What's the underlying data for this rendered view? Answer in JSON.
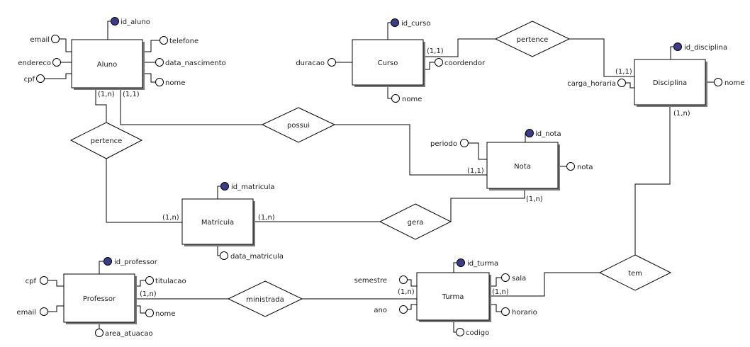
{
  "entities": {
    "aluno": "Aluno",
    "curso": "Curso",
    "disciplina": "Disciplina",
    "nota": "Nota",
    "matricula": "Matrícula",
    "professor": "Professor",
    "turma": "Turma"
  },
  "relationships": {
    "pertence_aluno": "pertence",
    "pertence_curso": "pertence",
    "possui": "possui",
    "gera": "gera",
    "ministrada": "ministrada",
    "tem": "tem"
  },
  "attributes": {
    "id_aluno": "id_aluno",
    "aluno_email": "email",
    "aluno_endereco": "endereco",
    "aluno_cpf": "cpf",
    "aluno_telefone": "telefone",
    "aluno_data_nascimento": "data_nascimento",
    "aluno_nome": "nome",
    "id_curso": "id_curso",
    "curso_duracao": "duracao",
    "curso_coordendor": "coordendor",
    "curso_nome": "nome",
    "id_disciplina": "id_disciplina",
    "disciplina_carga_horaria": "carga_horaria",
    "disciplina_nome": "nome",
    "id_nota": "id_nota",
    "nota_periodo": "periodo",
    "nota_nota": "nota",
    "id_matricula": "id_matricula",
    "matricula_data_matricula": "data_matricula",
    "id_professor": "id_professor",
    "professor_cpf": "cpf",
    "professor_email": "email",
    "professor_titulacao": "titulacao",
    "professor_nome": "nome",
    "professor_area_atuacao": "area_atuacao",
    "id_turma": "id_turma",
    "turma_semestre": "semestre",
    "turma_ano": "ano",
    "turma_sala": "sala",
    "turma_horario": "horario",
    "turma_codigo": "codigo"
  },
  "cardinalities": {
    "aluno_pertence": "(1,n)",
    "aluno_possui": "(1,1)",
    "curso_pertence": "(1,1)",
    "disciplina_pertence": "(1,1)",
    "disciplina_tem": "(1,n)",
    "nota_possui": "(1,1)",
    "nota_gera": "(1,n)",
    "matricula_pertence": "(1,n)",
    "matricula_gera": "(1,n)",
    "professor_ministrada": "(1,n)",
    "turma_ministrada": "(1,n)",
    "turma_tem": "(1,n)"
  },
  "colors": {
    "primary_key_fill": "#3c3c8c",
    "shadow": "#7a7a7a",
    "line": "#000000"
  }
}
